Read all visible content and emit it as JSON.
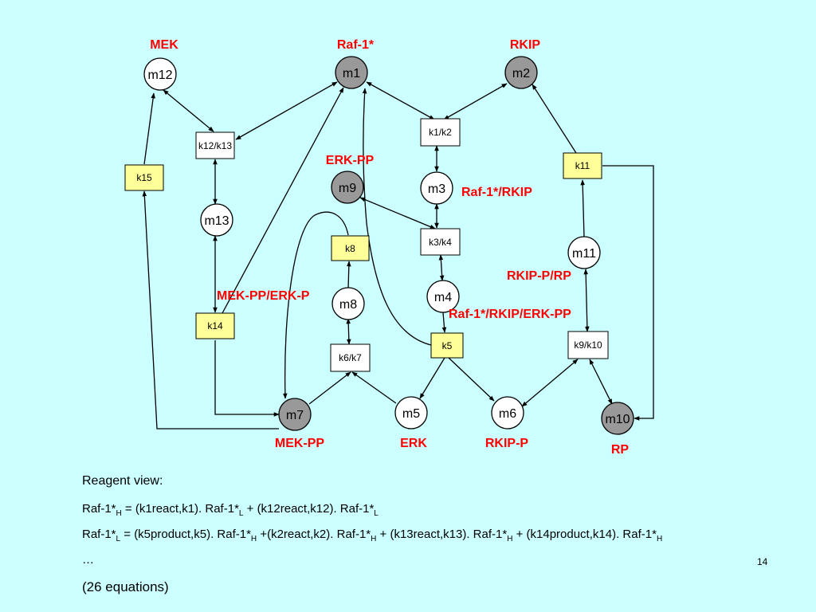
{
  "nodes": [
    {
      "id": "m1",
      "label": "m1",
      "filled": true
    },
    {
      "id": "m2",
      "label": "m2",
      "filled": true
    },
    {
      "id": "m3",
      "label": "m3",
      "filled": false
    },
    {
      "id": "m4",
      "label": "m4",
      "filled": false
    },
    {
      "id": "m5",
      "label": "m5",
      "filled": false
    },
    {
      "id": "m6",
      "label": "m6",
      "filled": false
    },
    {
      "id": "m7",
      "label": "m7",
      "filled": true
    },
    {
      "id": "m8",
      "label": "m8",
      "filled": false
    },
    {
      "id": "m9",
      "label": "m9",
      "filled": true
    },
    {
      "id": "m10",
      "label": "m10",
      "filled": true
    },
    {
      "id": "m11",
      "label": "m11",
      "filled": false
    },
    {
      "id": "m12",
      "label": "m12",
      "filled": false
    },
    {
      "id": "m13",
      "label": "m13",
      "filled": false
    }
  ],
  "boxes": [
    {
      "id": "k1k2",
      "label": "k1/k2",
      "filled": false
    },
    {
      "id": "k3k4",
      "label": "k3/k4",
      "filled": false
    },
    {
      "id": "k5",
      "label": "k5",
      "filled": true
    },
    {
      "id": "k6k7",
      "label": "k6/k7",
      "filled": false
    },
    {
      "id": "k8",
      "label": "k8",
      "filled": true
    },
    {
      "id": "k9k10",
      "label": "k9/k10",
      "filled": false
    },
    {
      "id": "k11",
      "label": "k11",
      "filled": true
    },
    {
      "id": "k12k13",
      "label": "k12/k13",
      "filled": false
    },
    {
      "id": "k14",
      "label": "k14",
      "filled": true
    },
    {
      "id": "k15",
      "label": "k15",
      "filled": true
    }
  ],
  "species_labels": [
    {
      "id": "mek",
      "text": "MEK"
    },
    {
      "id": "raf1",
      "text": "Raf-1*"
    },
    {
      "id": "rkip",
      "text": "RKIP"
    },
    {
      "id": "erkpp",
      "text": "ERK-PP"
    },
    {
      "id": "raf1rkip",
      "text": "Raf-1*/RKIP"
    },
    {
      "id": "rkipprp",
      "text": "RKIP-P/RP"
    },
    {
      "id": "mekpperkp",
      "text": "MEK-PP/ERK-P"
    },
    {
      "id": "raf1rkiperkpp",
      "text": "Raf-1*/RKIP/ERK-PP"
    },
    {
      "id": "mekpp",
      "text": "MEK-PP"
    },
    {
      "id": "erk",
      "text": "ERK"
    },
    {
      "id": "rkipp",
      "text": "RKIP-P"
    },
    {
      "id": "rp",
      "text": "RP"
    }
  ],
  "text": {
    "heading": "Reagent view:",
    "eq1": {
      "parts": [
        "Raf-1*",
        "H",
        " = (k1react,k1). Raf-1*",
        "L",
        " + (k12react,k12). Raf-1*",
        "L"
      ]
    },
    "eq2": {
      "parts": [
        "Raf-1*",
        "L",
        " = (k5product,k5). Raf-1*",
        "H",
        " +(k2react,k2). Raf-1*",
        "H",
        " + (k13react,k13). Raf-1*",
        "H",
        " + (k14product,k14). Raf-1*",
        "H"
      ]
    },
    "dots": "…",
    "count": "(26 equations)",
    "page_number": "14"
  },
  "colors": {
    "background": "#ccffff",
    "node_filled": "#999999",
    "node_empty": "#ffffff",
    "box_filled": "#ffff99",
    "box_empty": "#ffffff",
    "label": "#ff0000"
  }
}
